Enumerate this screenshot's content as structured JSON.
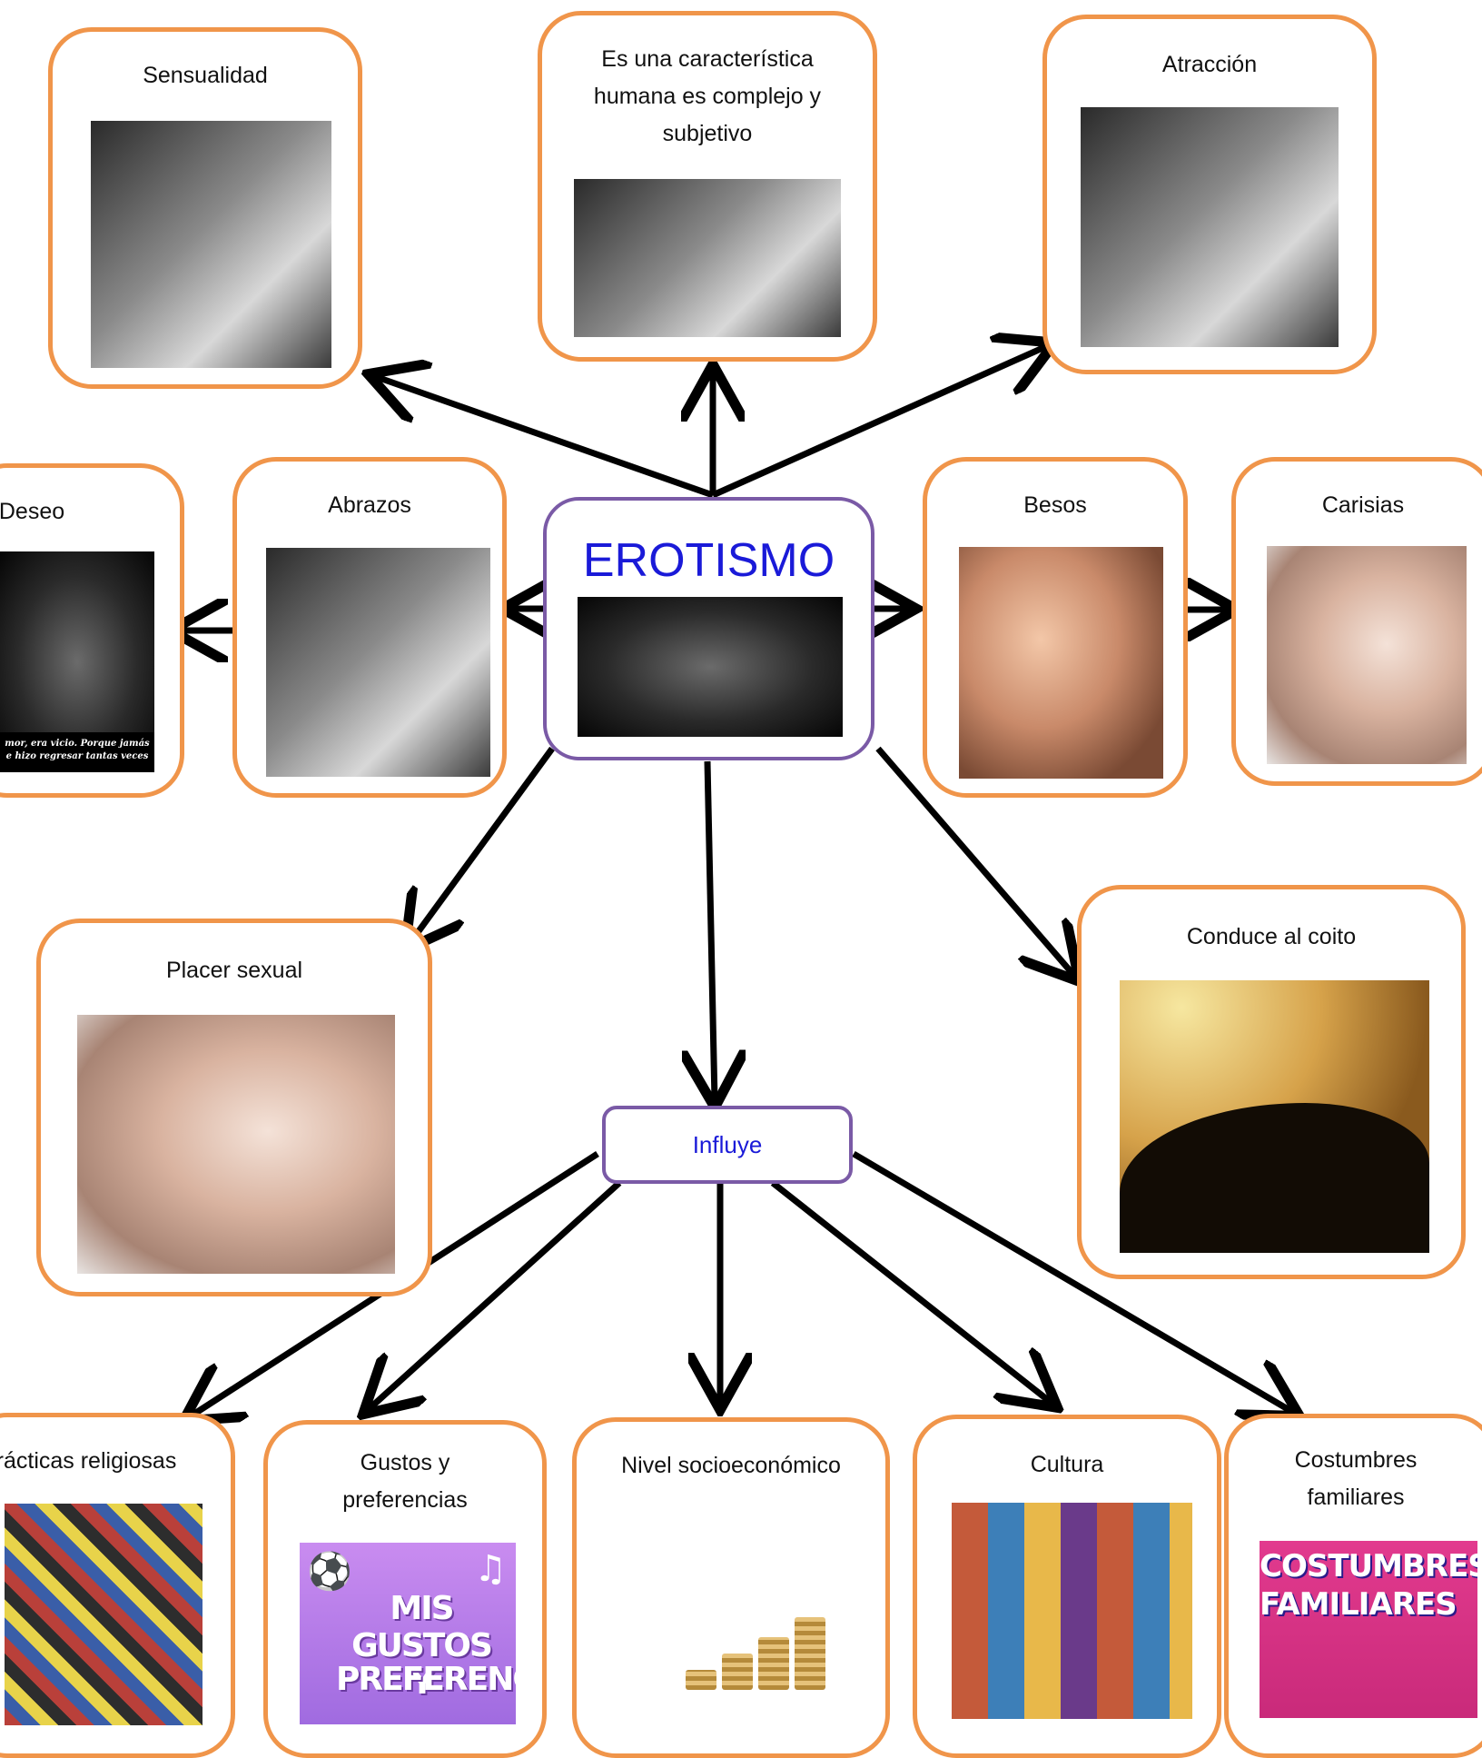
{
  "center": {
    "title": "EROTISMO"
  },
  "influye": {
    "label": "Influye"
  },
  "nodes": {
    "sensualidad": "Sensualidad",
    "caracteristica": "Es una característica humana es complejo y subjetivo",
    "atraccion": "Atracción",
    "deseo": "Deseo",
    "deseo_caption_line1": "mor, era vicio. Porque jamás",
    "deseo_caption_line2": "e hizo regresar tantas veces",
    "abrazos": "Abrazos",
    "besos": "Besos",
    "carisias": "Carisias",
    "placer": "Placer sexual",
    "coito": "Conduce al coito",
    "practicas": "rácticas religiosas",
    "gustos": "Gustos y preferencias",
    "gustos_image_line1": "MIS GUSTOS Y",
    "gustos_image_line2": "PREFERENCIAS",
    "nivel": "Nivel socioeconómico",
    "cultura": "Cultura",
    "costumbres": "Costumbres familiares",
    "costumbres_image_line1": "COSTUMBRES",
    "costumbres_image_line2": "FAMILIARES"
  },
  "colors": {
    "box_border": "#f0954a",
    "center_border": "#7a5aa6",
    "title_text": "#1a1ad8",
    "arrow": "#000000"
  }
}
